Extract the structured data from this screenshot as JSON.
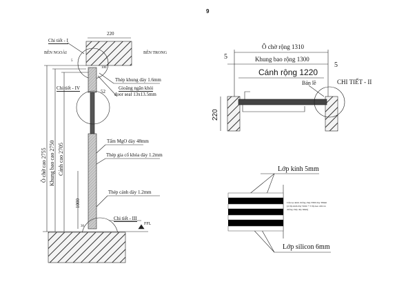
{
  "page_number": "9",
  "elevation": {
    "width_dim": "220",
    "chi_tiet_1": "Chi tiết - I",
    "ben_ngoai": "BÊN NGOÀI",
    "ben_trong": "BÊN TRONG",
    "small_5": "5",
    "dim_100": "100",
    "thep_khung": "Thép khung dày 1.6mm",
    "gioang_1": "Gioăng ngăn khói",
    "gioang_2": "door seal 13x13.5mm",
    "chi_tiet_4": "Chi tiết - IV",
    "dim_52": "52",
    "tam_mgo": "Tấm MgO dày 48mm",
    "thep_gia_co": "Thép gia cố khóa dày 1.2mm",
    "thep_canh": "Thép cánh dày 1.2mm",
    "dim_1000": "1000",
    "chi_tiet_3": "Chi tiết - III",
    "ffl": "FFL",
    "dim_30": "30",
    "o_cho_cao": "Ô chờ cao 2755",
    "khung_bao_cao": "Khung bao cao 2750",
    "canh_cao": "Cánh cao 2705"
  },
  "plan": {
    "o_cho_rong": "Ô chờ rộng 1310",
    "khung_bao_rong": "Khung bao rộng 1300",
    "canh_rong": "Cánh rộng 1220",
    "left_5": "5",
    "right_5": "5",
    "ban_le": "Bản lề",
    "chi_tiet_2": "CHI TIẾT - II",
    "depth_220": "220"
  },
  "glass": {
    "lop_kinh": "Lớp kính 5mm",
    "note_1": "Cấu tạo kính chống cháy EI60 dày 38mm",
    "note_2": "(4 lớp kính dày 5mm + 3 lớp keo silicon",
    "note_3": "chống cháy dày 6mm)",
    "lop_silicon": "Lớp silicon 6mm"
  }
}
